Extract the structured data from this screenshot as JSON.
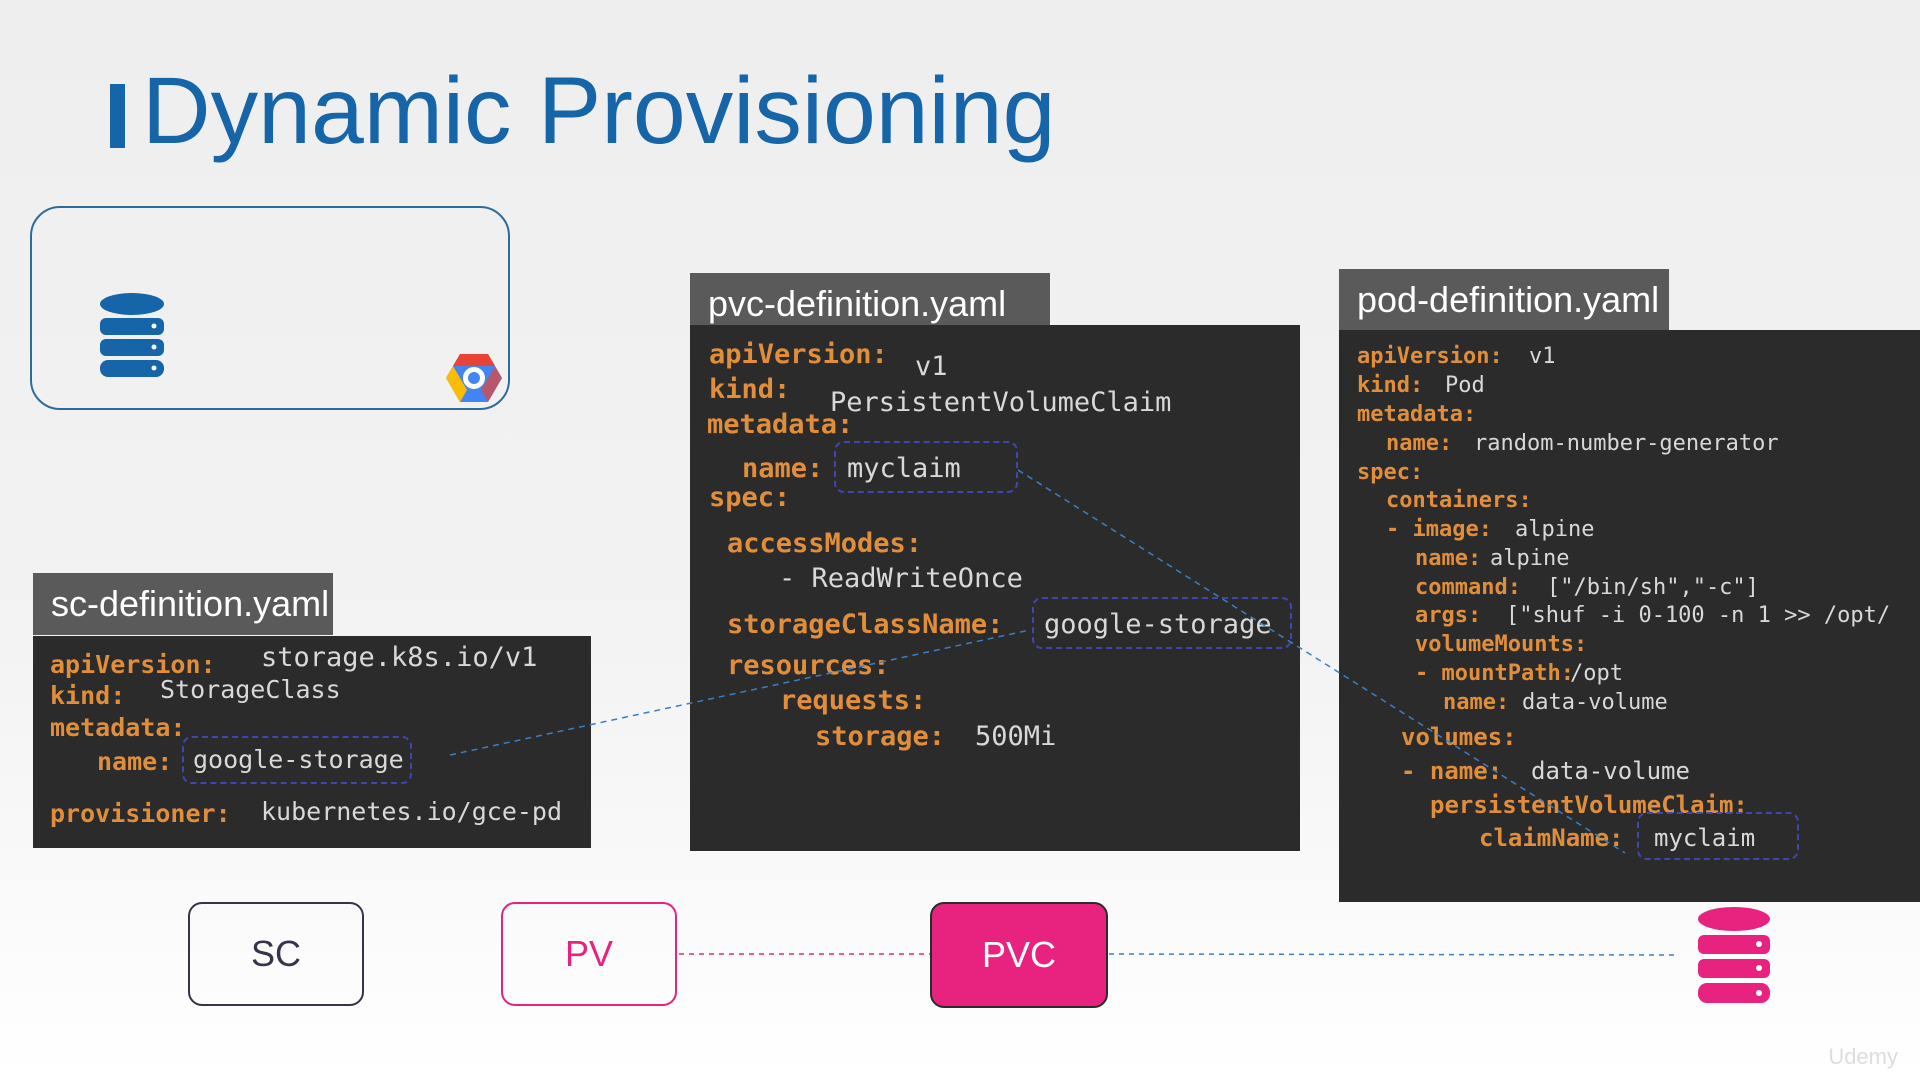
{
  "title": "Dynamic Provisioning",
  "sc": {
    "filename": "sc-definition.yaml",
    "lines": [
      {
        "key": "apiVersion:",
        "value": "storage.k8s.io/v1"
      },
      {
        "key": "kind:",
        "value": "StorageClass"
      },
      {
        "key": "metadata:",
        "value": ""
      },
      {
        "key": "name:",
        "value": "google-storage"
      },
      {
        "key": "provisioner:",
        "value": "kubernetes.io/gce-pd"
      }
    ]
  },
  "pvc": {
    "filename": "pvc-definition.yaml",
    "lines": [
      {
        "key": "apiVersion:",
        "value": "v1"
      },
      {
        "key": "kind:",
        "value": "PersistentVolumeClaim"
      },
      {
        "key": "metadata:",
        "value": ""
      },
      {
        "key": "name:",
        "value": "myclaim"
      },
      {
        "key": "spec:",
        "value": ""
      },
      {
        "key": "accessModes:",
        "value": ""
      },
      {
        "key": "",
        "value": "- ReadWriteOnce"
      },
      {
        "key": "storageClassName:",
        "value": "google-storage"
      },
      {
        "key": "resources:",
        "value": ""
      },
      {
        "key": "requests:",
        "value": ""
      },
      {
        "key": "storage:",
        "value": "500Mi"
      }
    ]
  },
  "pod": {
    "filename": "pod-definition.yaml",
    "lines": [
      {
        "key": "apiVersion:",
        "value": "v1"
      },
      {
        "key": "kind:",
        "value": "Pod"
      },
      {
        "key": "metadata:",
        "value": ""
      },
      {
        "key": "name:",
        "value": "random-number-generator"
      },
      {
        "key": "spec:",
        "value": ""
      },
      {
        "key": "containers:",
        "value": ""
      },
      {
        "key": "- image:",
        "value": "alpine"
      },
      {
        "key": "name:",
        "value": "alpine"
      },
      {
        "key": "command:",
        "value": "[\"/bin/sh\",\"-c\"]"
      },
      {
        "key": "args:",
        "value": "[\"shuf -i 0-100 -n 1 >> /opt/"
      },
      {
        "key": "volumeMounts:",
        "value": ""
      },
      {
        "key": "- mountPath:",
        "value": "/opt"
      },
      {
        "key": "name:",
        "value": "data-volume"
      },
      {
        "key": "volumes:",
        "value": ""
      },
      {
        "key": "- name:",
        "value": "data-volume"
      },
      {
        "key": "persistentVolumeClaim:",
        "value": ""
      },
      {
        "key": "claimName:",
        "value": "myclaim"
      }
    ]
  },
  "nodes": {
    "sc": "SC",
    "pv": "PV",
    "pvc": "PVC"
  },
  "icons": {
    "storage": "database-icon",
    "cloud": "google-cloud-icon",
    "volume": "volume-database-icon"
  },
  "colors": {
    "title": "#1565a8",
    "code_bg": "#2b2b2b",
    "code_key": "#e08e3c",
    "code_value": "#d8d8d8",
    "pink": "#e8237f",
    "blue": "#1565a8"
  },
  "watermark": "Udemy"
}
